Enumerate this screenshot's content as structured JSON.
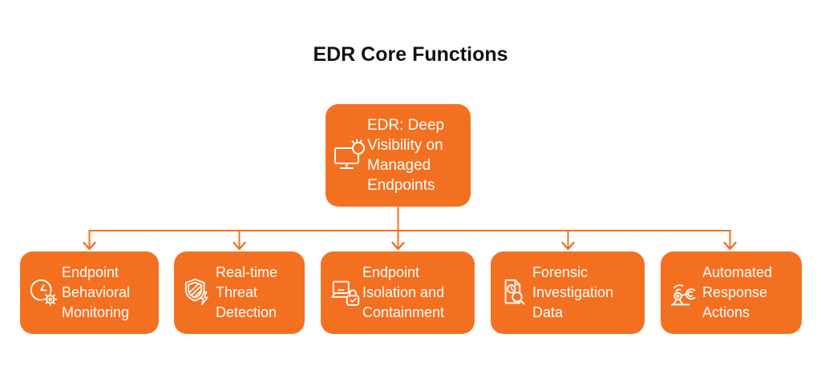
{
  "page": {
    "background": "#ffffff",
    "accent_orange": "#F37021",
    "node_text_color": "#ffffff",
    "title_color": "#121212"
  },
  "title": "EDR Core Functions",
  "diagram": {
    "type": "flowchart",
    "root": {
      "label": "EDR: Deep Visibility on Managed Endpoints",
      "icon": "monitor-gear-icon"
    },
    "children": [
      {
        "label": "Endpoint Behavioral Monitoring",
        "icon": "clock-gear-icon"
      },
      {
        "label": "Real-time Threat Detection",
        "icon": "shield-bolt-icon"
      },
      {
        "label": "Endpoint Isolation and Containment",
        "icon": "laptop-lock-icon"
      },
      {
        "label": "Forensic Investigation Data",
        "icon": "document-search-icon"
      },
      {
        "label": "Automated Response Actions",
        "icon": "robot-arm-icon"
      }
    ]
  }
}
